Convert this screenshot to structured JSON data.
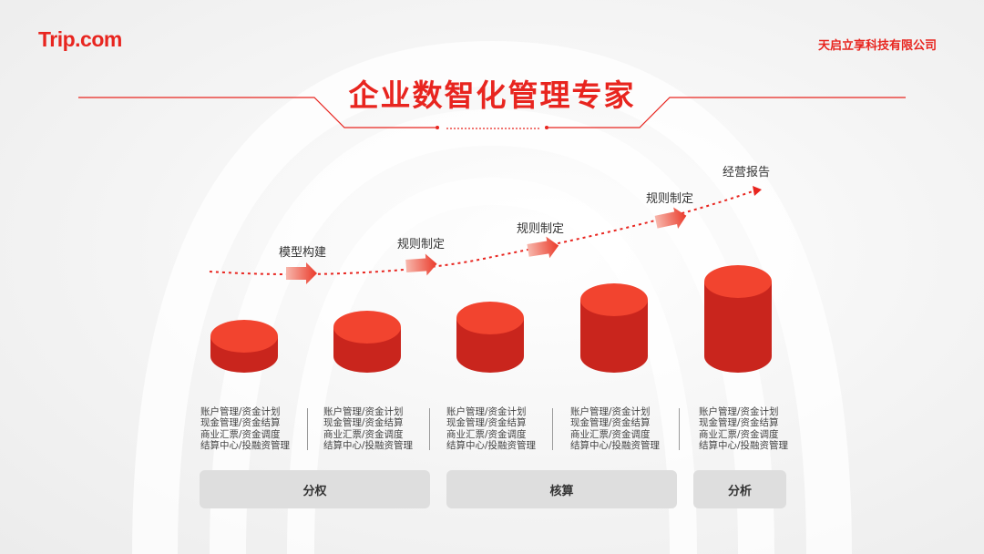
{
  "header": {
    "logo": "Trip.com",
    "company": "天启立享科技有限公司",
    "title": "企业数智化管理专家"
  },
  "colors": {
    "accent": "#e8251f",
    "cylinder_top": "#f2442f",
    "cylinder_side": "#c9251d",
    "pill_bg": "#dedede"
  },
  "steps": [
    "模型构建",
    "规则制定",
    "规则制定",
    "规则制定",
    "经营报告"
  ],
  "descriptions": [
    [
      "账户管理/资金计划",
      "现金管理/资金结算",
      "商业汇票/资金调度",
      "结算中心/投融资管理"
    ],
    [
      "账户管理/资金计划",
      "现金管理/资金结算",
      "商业汇票/资金调度",
      "结算中心/投融资管理"
    ],
    [
      "账户管理/资金计划",
      "现金管理/资金结算",
      "商业汇票/资金调度",
      "结算中心/投融资管理"
    ],
    [
      "账户管理/资金计划",
      "现金管理/资金结算",
      "商业汇票/资金调度",
      "结算中心/投融资管理"
    ],
    [
      "账户管理/资金计划",
      "现金管理/资金结算",
      "商业汇票/资金调度",
      "结算中心/投融资管理"
    ]
  ],
  "stages": [
    "分权",
    "核算",
    "分析"
  ],
  "icons": [
    "arrow-right-icon",
    "dotted-trend-arrow-icon"
  ]
}
